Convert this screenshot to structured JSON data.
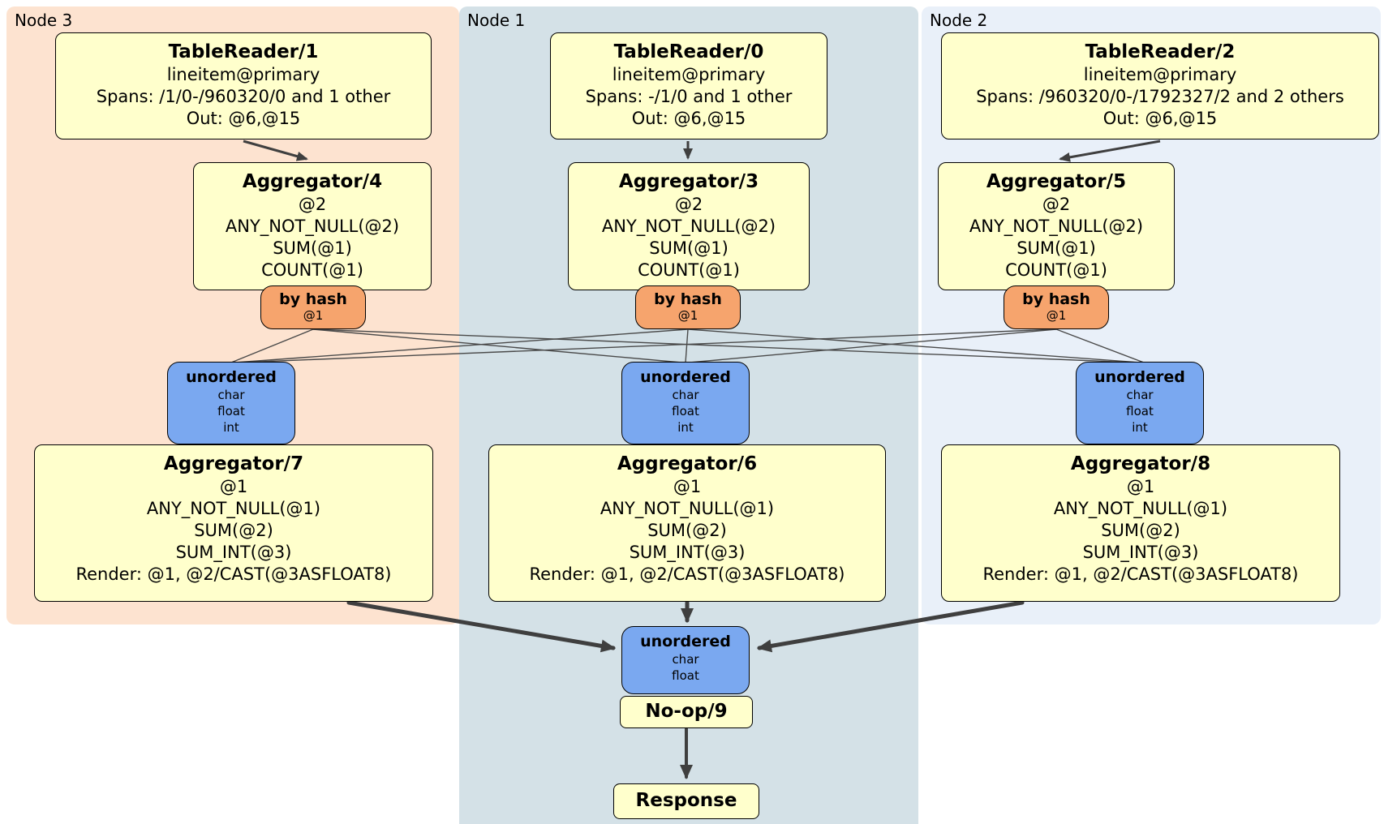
{
  "colors": {
    "node3_bg": "#fde3d0",
    "node1_bg": "#d4e1e7",
    "node2_bg": "#e9f0f9",
    "proc_bg": "#ffffcc",
    "router_bg": "#f6a46d",
    "sync_bg": "#7aa8f0",
    "edge": "#3f3f3f"
  },
  "regions": {
    "node3": {
      "label": "Node 3",
      "tablereader": {
        "title": "TableReader/1",
        "index": "lineitem@primary",
        "spans": "Spans: /1/0-/960320/0 and 1 other",
        "out": "Out: @6,@15"
      },
      "agg_top": {
        "title": "Aggregator/4",
        "lines": [
          "@2",
          "ANY_NOT_NULL(@2)",
          "SUM(@1)",
          "COUNT(@1)"
        ]
      },
      "router": {
        "title": "by hash",
        "detail": "@1"
      },
      "sync": {
        "title": "unordered",
        "lines": [
          "char",
          "float",
          "int"
        ]
      },
      "agg_bottom": {
        "title": "Aggregator/7",
        "lines": [
          "@1",
          "ANY_NOT_NULL(@1)",
          "SUM(@2)",
          "SUM_INT(@3)",
          "Render: @1, @2/CAST(@3ASFLOAT8)"
        ]
      }
    },
    "node1": {
      "label": "Node 1",
      "tablereader": {
        "title": "TableReader/0",
        "index": "lineitem@primary",
        "spans": "Spans: -/1/0 and 1 other",
        "out": "Out: @6,@15"
      },
      "agg_top": {
        "title": "Aggregator/3",
        "lines": [
          "@2",
          "ANY_NOT_NULL(@2)",
          "SUM(@1)",
          "COUNT(@1)"
        ]
      },
      "router": {
        "title": "by hash",
        "detail": "@1"
      },
      "sync": {
        "title": "unordered",
        "lines": [
          "char",
          "float",
          "int"
        ]
      },
      "agg_bottom": {
        "title": "Aggregator/6",
        "lines": [
          "@1",
          "ANY_NOT_NULL(@1)",
          "SUM(@2)",
          "SUM_INT(@3)",
          "Render: @1, @2/CAST(@3ASFLOAT8)"
        ]
      },
      "final_sync": {
        "title": "unordered",
        "lines": [
          "char",
          "float"
        ]
      },
      "noop": {
        "title": "No-op/9"
      },
      "response": {
        "title": "Response"
      }
    },
    "node2": {
      "label": "Node 2",
      "tablereader": {
        "title": "TableReader/2",
        "index": "lineitem@primary",
        "spans": "Spans: /960320/0-/1792327/2 and 2 others",
        "out": "Out: @6,@15"
      },
      "agg_top": {
        "title": "Aggregator/5",
        "lines": [
          "@2",
          "ANY_NOT_NULL(@2)",
          "SUM(@1)",
          "COUNT(@1)"
        ]
      },
      "router": {
        "title": "by hash",
        "detail": "@1"
      },
      "sync": {
        "title": "unordered",
        "lines": [
          "char",
          "float",
          "int"
        ]
      },
      "agg_bottom": {
        "title": "Aggregator/8",
        "lines": [
          "@1",
          "ANY_NOT_NULL(@1)",
          "SUM(@2)",
          "SUM_INT(@3)",
          "Render: @1, @2/CAST(@3ASFLOAT8)"
        ]
      }
    }
  }
}
